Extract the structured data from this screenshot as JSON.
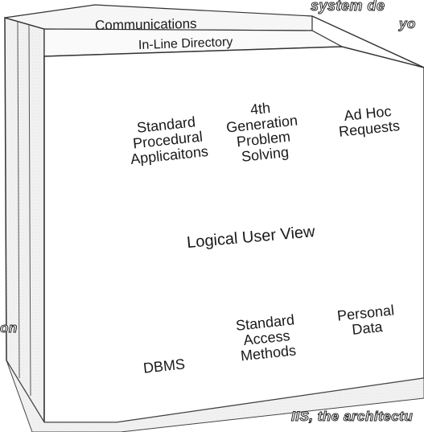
{
  "diagram": {
    "layers": {
      "communications": "Communications",
      "directory": "In-Line Directory"
    },
    "front_face": {
      "top_row": {
        "standard_procedural": "Standard\nProcedural\nApplicaitons",
        "fourth_generation": "4th\nGeneration\nProblem\nSolving",
        "ad_hoc": "Ad Hoc\nRequests"
      },
      "center": "Logical User View",
      "bottom_row": {
        "dbms": "DBMS",
        "standard_access": "Standard\nAccess\nMethods",
        "personal_data": "Personal\nData"
      }
    }
  },
  "page_fragments": {
    "top_right_line1": "system de",
    "top_right_line2": "yo",
    "left_edge": "on",
    "bottom_caption": "IIS, the architectu"
  }
}
